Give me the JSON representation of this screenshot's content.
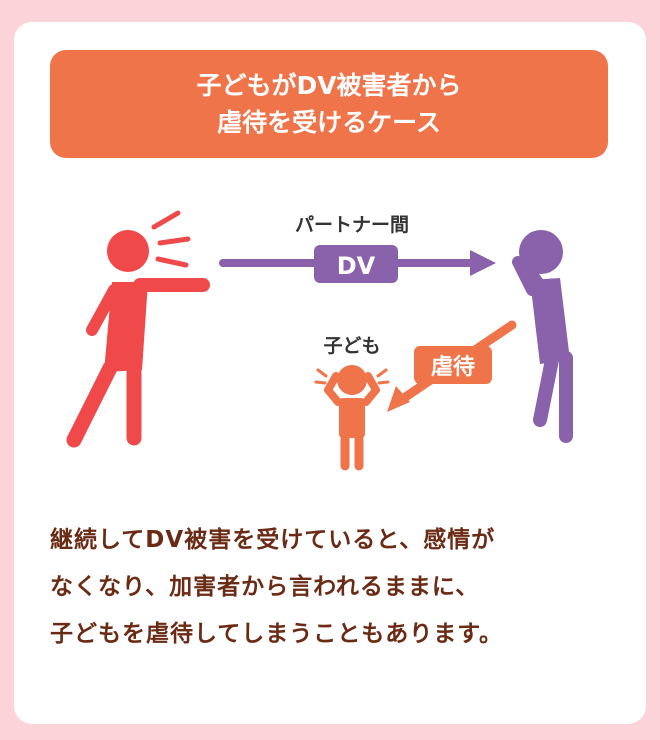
{
  "banner": {
    "line1": "子どもがDV被害者から",
    "line2": "虐待を受けるケース"
  },
  "diagram": {
    "partner_label": "パートナー間",
    "dv_label": "DV",
    "child_label": "子ども",
    "abuse_label": "虐待",
    "colors": {
      "abuser": "#f0494a",
      "victim": "#8a62ac",
      "child": "#f0744a",
      "accent": "#f0744a"
    }
  },
  "body": {
    "line1": "継続してDV被害を受けていると、感情が",
    "line2": "なくなり、加害者から言われるままに、",
    "line3": "子どもを虐待してしまうこともあります。"
  }
}
